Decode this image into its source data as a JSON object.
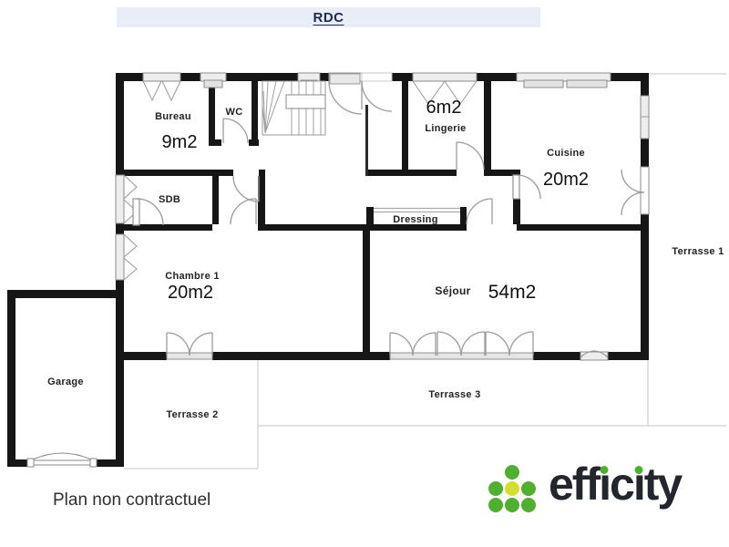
{
  "header": {
    "title": "RDC",
    "bar_color": "#e8edf8",
    "text_color": "#1d2b4f"
  },
  "plan": {
    "rooms": [
      {
        "id": "bureau",
        "label": "Bureau",
        "area": "9m2"
      },
      {
        "id": "wc",
        "label": "WC",
        "area": ""
      },
      {
        "id": "sdb",
        "label": "SDB",
        "area": ""
      },
      {
        "id": "lingerie",
        "label": "Lingerie",
        "area": "6m2"
      },
      {
        "id": "cuisine",
        "label": "Cuisine",
        "area": "20m2"
      },
      {
        "id": "dressing",
        "label": "Dressing",
        "area": ""
      },
      {
        "id": "chambre-1",
        "label": "Chambre 1",
        "area": "20m2"
      },
      {
        "id": "sejour",
        "label": "Séjour",
        "area": "54m2"
      },
      {
        "id": "garage",
        "label": "Garage",
        "area": ""
      },
      {
        "id": "terrasse-1",
        "label": "Terrasse 1",
        "area": ""
      },
      {
        "id": "terrasse-2",
        "label": "Terrasse 2",
        "area": ""
      },
      {
        "id": "terrasse-3",
        "label": "Terrasse 3",
        "area": ""
      }
    ],
    "disclaimer": "Plan non contractuel",
    "wall_color": "#161616",
    "door_line_color": "#9a9a9a",
    "window_fill": "#ededed",
    "terrace_line_color": "#d8d8d8"
  },
  "logo": {
    "text": "efficity",
    "seg1": "eff",
    "i_char": "ı",
    "seg2": "c",
    "seg3": "ty",
    "text_color": "#23262d",
    "dot_green": "#4faf2f",
    "dot_yellow": "#d7dd2e"
  }
}
